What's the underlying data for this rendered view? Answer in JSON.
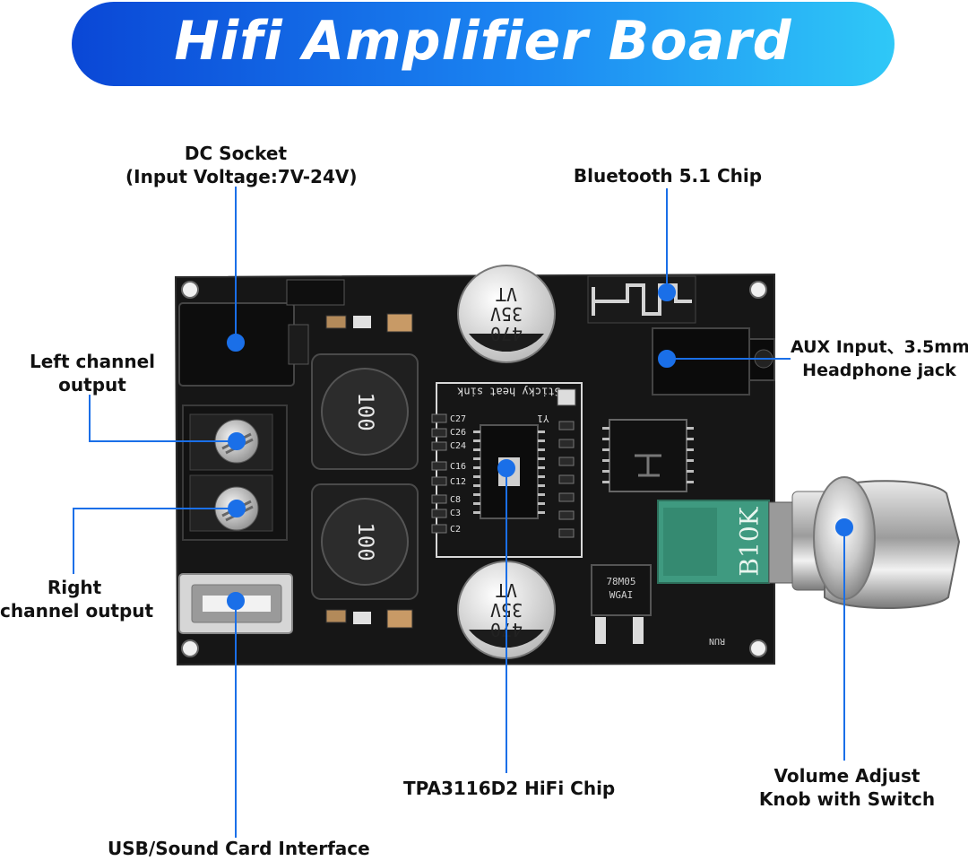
{
  "title": "Hifi Amplifier Board",
  "colors": {
    "accent": "#1a6fe8",
    "board": "#161616",
    "potentiometer": "#3f9a80"
  },
  "labels": {
    "dc_socket": {
      "line1": "DC Socket",
      "line2": "(Input Voltage:7V-24V)"
    },
    "bluetooth": {
      "line1": "Bluetooth 5.1 Chip"
    },
    "left_channel": {
      "line1": "Left channel",
      "line2": "output"
    },
    "right_channel": {
      "line1": "Right",
      "line2": "channel output"
    },
    "aux_input": {
      "line1": "AUX Input、3.5mm",
      "line2": "Headphone jack"
    },
    "tpa_chip": {
      "line1": "TPA3116D2 HiFi Chip"
    },
    "volume": {
      "line1": "Volume Adjust",
      "line2": "Knob with Switch"
    },
    "usb": {
      "line1": "USB/Sound Card Interface"
    }
  },
  "board_markings": {
    "capacitor_top": [
      "470",
      "35V",
      "VT"
    ],
    "capacitor_bottom": [
      "470",
      "35V",
      "VT"
    ],
    "inductor_top": "100",
    "inductor_bottom": "100",
    "heat_sink": "Sticky heat sink",
    "regulator": [
      "78M05",
      "WGAI"
    ],
    "potentiometer": "B10K",
    "run": "RUN",
    "cap_labels": [
      "C27",
      "C26",
      "C24",
      "C16",
      "C12",
      "C8",
      "C3",
      "C2"
    ],
    "y1": "Y1"
  }
}
